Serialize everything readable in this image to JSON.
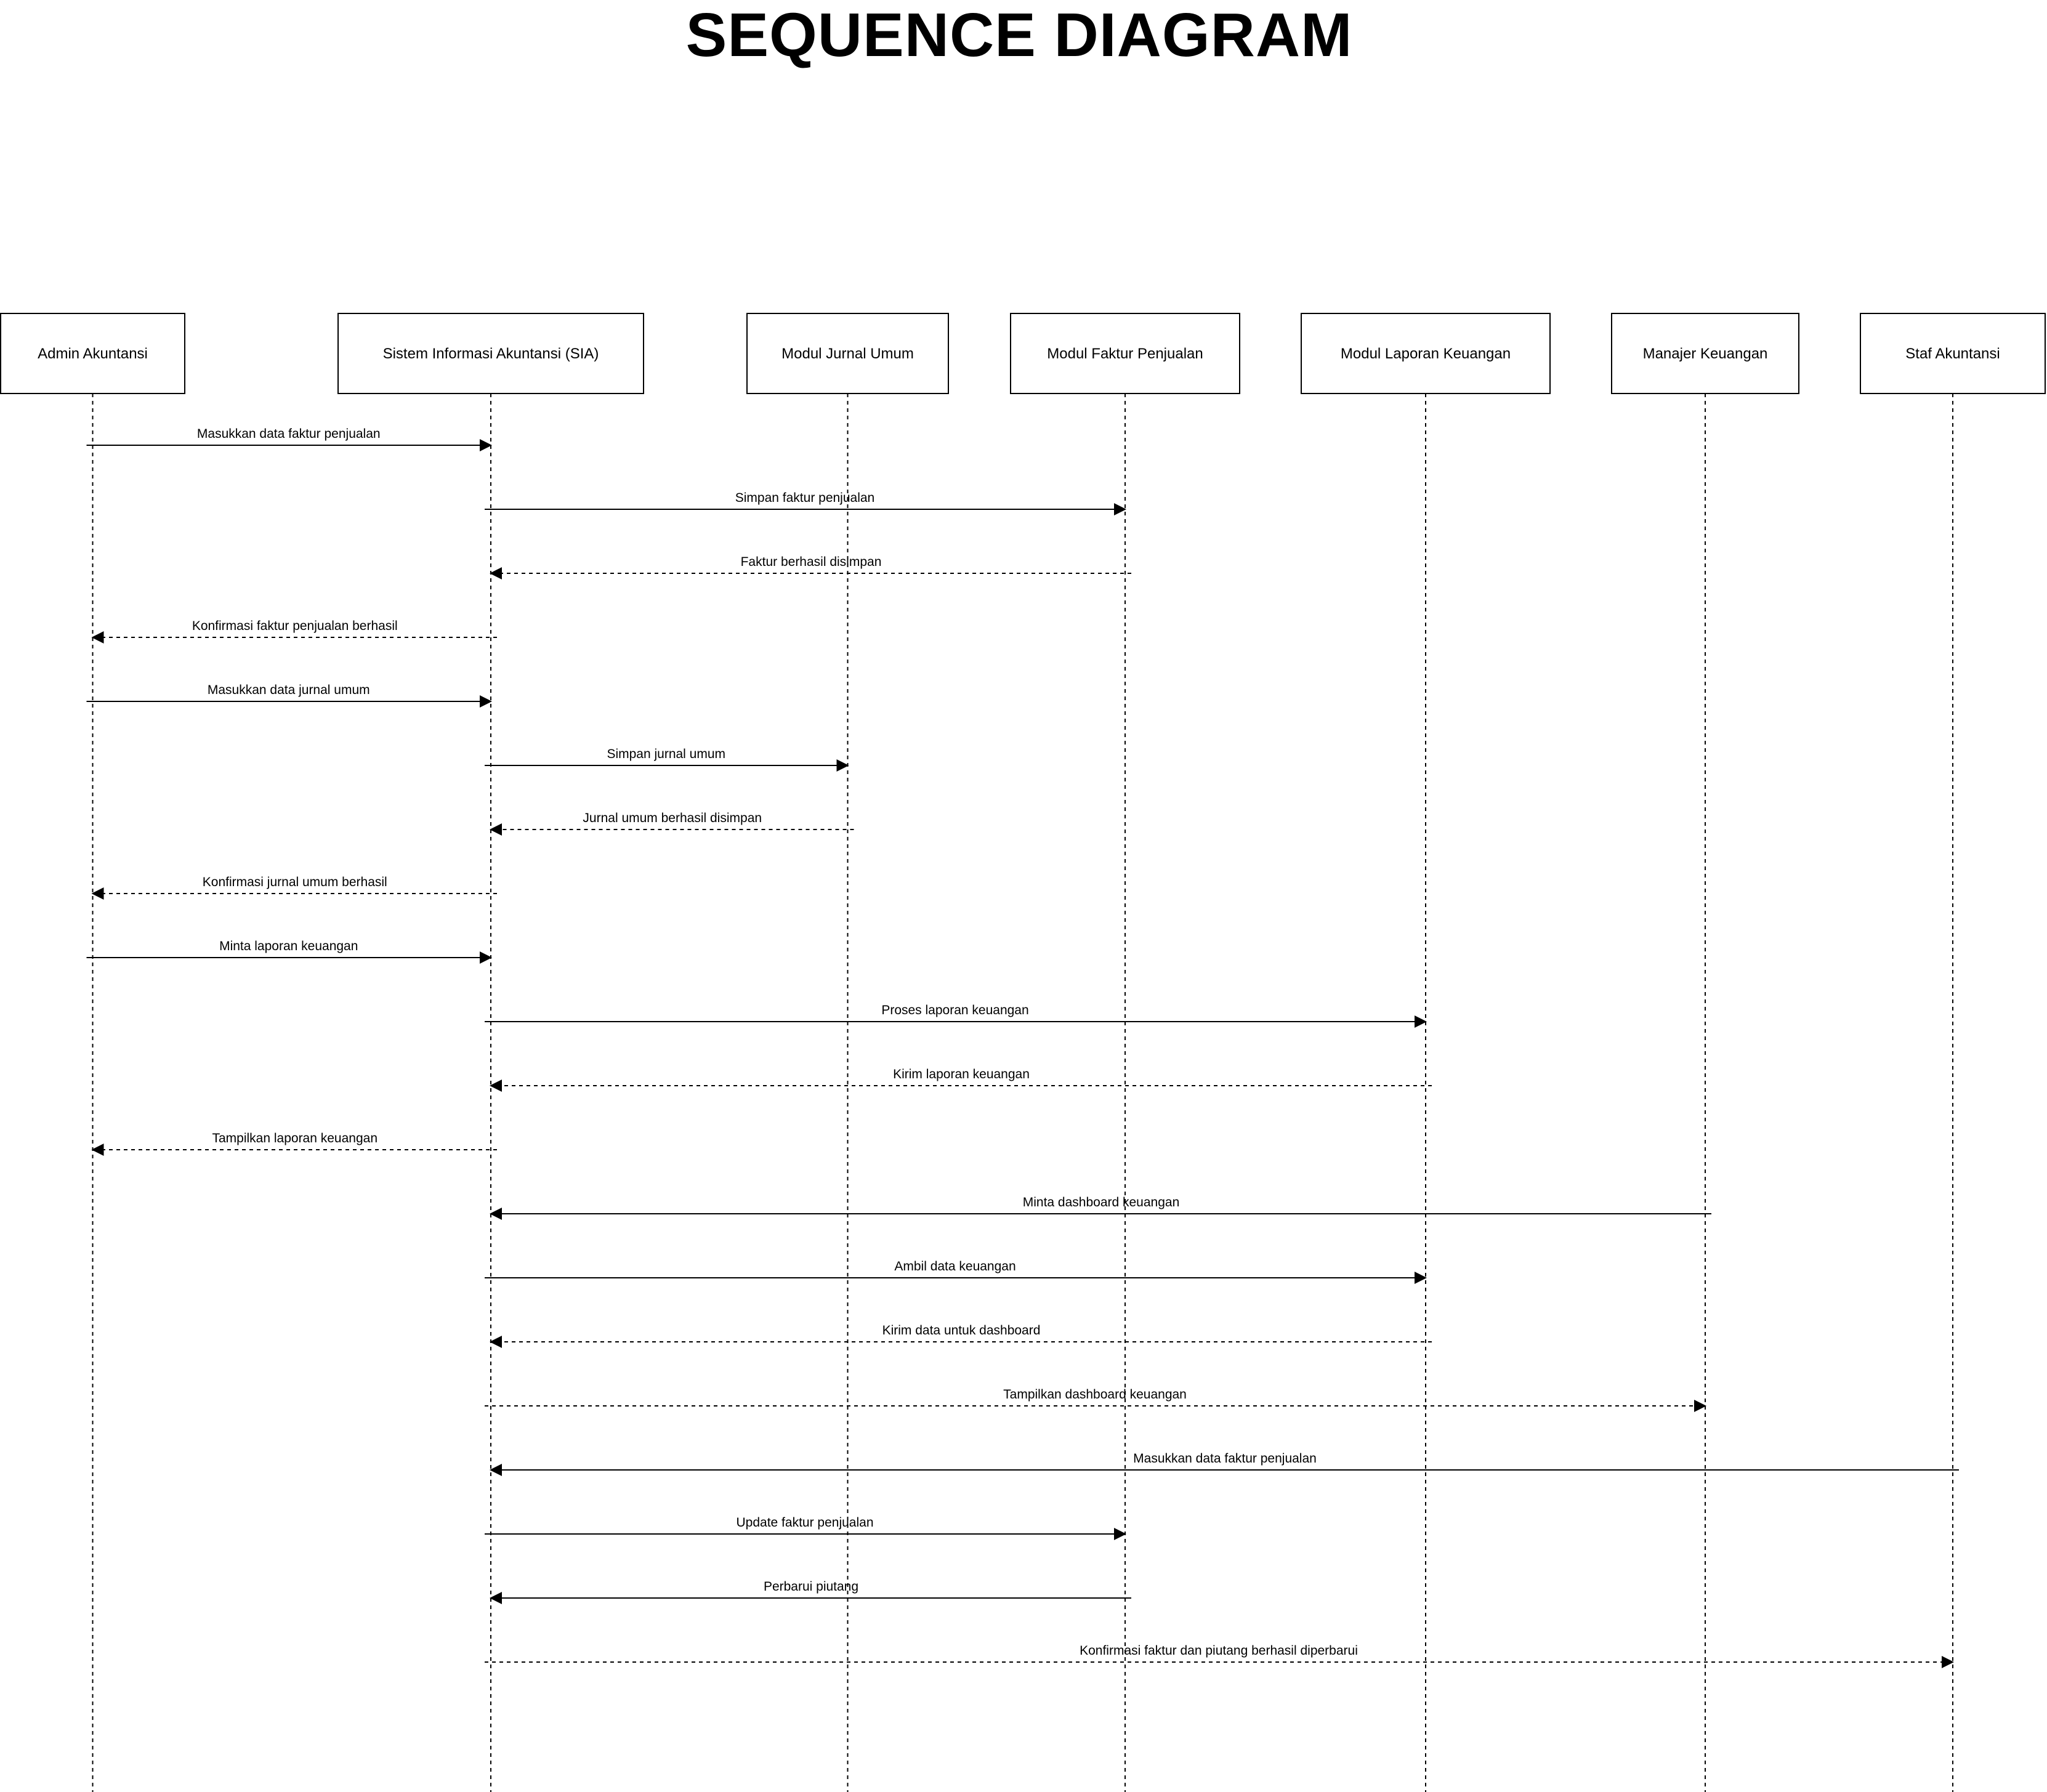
{
  "title": "SEQUENCE DIAGRAM",
  "actors": [
    {
      "id": "admin",
      "label": "Admin Akuntansi"
    },
    {
      "id": "sia",
      "label": "Sistem Informasi Akuntansi (SIA)"
    },
    {
      "id": "jurnal",
      "label": "Modul Jurnal Umum"
    },
    {
      "id": "faktur",
      "label": "Modul Faktur Penjualan"
    },
    {
      "id": "laporan",
      "label": "Modul Laporan Keuangan"
    },
    {
      "id": "manajer",
      "label": "Manajer Keuangan"
    },
    {
      "id": "staf",
      "label": "Staf Akuntansi"
    }
  ],
  "messages": [
    {
      "from": "admin",
      "to": "sia",
      "label": "Masukkan data faktur penjualan",
      "style": "solid"
    },
    {
      "from": "sia",
      "to": "faktur",
      "label": "Simpan faktur penjualan",
      "style": "solid"
    },
    {
      "from": "faktur",
      "to": "sia",
      "label": "Faktur berhasil disimpan",
      "style": "dashed"
    },
    {
      "from": "sia",
      "to": "admin",
      "label": "Konfirmasi faktur penjualan berhasil",
      "style": "dashed"
    },
    {
      "from": "admin",
      "to": "sia",
      "label": "Masukkan data jurnal umum",
      "style": "solid"
    },
    {
      "from": "sia",
      "to": "jurnal",
      "label": "Simpan jurnal umum",
      "style": "solid"
    },
    {
      "from": "jurnal",
      "to": "sia",
      "label": "Jurnal umum berhasil disimpan",
      "style": "dashed"
    },
    {
      "from": "sia",
      "to": "admin",
      "label": "Konfirmasi jurnal umum berhasil",
      "style": "dashed"
    },
    {
      "from": "admin",
      "to": "sia",
      "label": "Minta laporan keuangan",
      "style": "solid"
    },
    {
      "from": "sia",
      "to": "laporan",
      "label": "Proses laporan keuangan",
      "style": "solid"
    },
    {
      "from": "laporan",
      "to": "sia",
      "label": "Kirim laporan keuangan",
      "style": "dashed"
    },
    {
      "from": "sia",
      "to": "admin",
      "label": "Tampilkan laporan keuangan",
      "style": "dashed"
    },
    {
      "from": "manajer",
      "to": "sia",
      "label": "Minta dashboard keuangan",
      "style": "solid"
    },
    {
      "from": "sia",
      "to": "laporan",
      "label": "Ambil data keuangan",
      "style": "solid"
    },
    {
      "from": "laporan",
      "to": "sia",
      "label": "Kirim data untuk dashboard",
      "style": "dashed"
    },
    {
      "from": "sia",
      "to": "manajer",
      "label": "Tampilkan dashboard keuangan",
      "style": "dashed"
    },
    {
      "from": "staf",
      "to": "sia",
      "label": "Masukkan data faktur penjualan",
      "style": "solid"
    },
    {
      "from": "sia",
      "to": "faktur",
      "label": "Update faktur penjualan",
      "style": "solid"
    },
    {
      "from": "faktur",
      "to": "sia",
      "label": "Perbarui piutang",
      "style": "solid"
    },
    {
      "from": "sia",
      "to": "staf",
      "label": "Konfirmasi faktur dan piutang berhasil diperbarui",
      "style": "dashed"
    }
  ]
}
